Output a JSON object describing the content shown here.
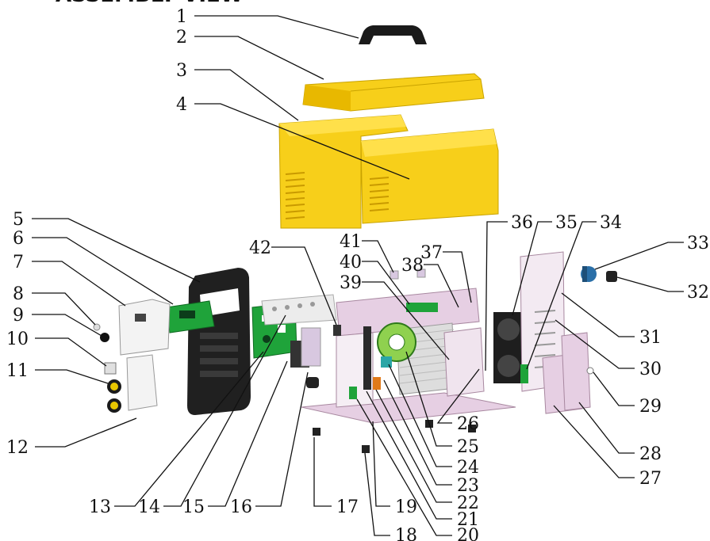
{
  "title_fragment": "ASSEMBLY VIEW",
  "callouts": [
    {
      "id": "c1",
      "label": "1"
    },
    {
      "id": "c2",
      "label": "2"
    },
    {
      "id": "c3",
      "label": "3"
    },
    {
      "id": "c4",
      "label": "4"
    },
    {
      "id": "c5",
      "label": "5"
    },
    {
      "id": "c6",
      "label": "6"
    },
    {
      "id": "c7",
      "label": "7"
    },
    {
      "id": "c8",
      "label": "8"
    },
    {
      "id": "c9",
      "label": "9"
    },
    {
      "id": "c10",
      "label": "10"
    },
    {
      "id": "c11",
      "label": "11"
    },
    {
      "id": "c12",
      "label": "12"
    },
    {
      "id": "c13",
      "label": "13"
    },
    {
      "id": "c14",
      "label": "14"
    },
    {
      "id": "c15",
      "label": "15"
    },
    {
      "id": "c16",
      "label": "16"
    },
    {
      "id": "c17",
      "label": "17"
    },
    {
      "id": "c18",
      "label": "18"
    },
    {
      "id": "c19",
      "label": "19"
    },
    {
      "id": "c20",
      "label": "20"
    },
    {
      "id": "c21",
      "label": "21"
    },
    {
      "id": "c22",
      "label": "22"
    },
    {
      "id": "c23",
      "label": "23"
    },
    {
      "id": "c24",
      "label": "24"
    },
    {
      "id": "c25",
      "label": "25"
    },
    {
      "id": "c26",
      "label": "26"
    },
    {
      "id": "c27",
      "label": "27"
    },
    {
      "id": "c28",
      "label": "28"
    },
    {
      "id": "c29",
      "label": "29"
    },
    {
      "id": "c30",
      "label": "30"
    },
    {
      "id": "c31",
      "label": "31"
    },
    {
      "id": "c32",
      "label": "32"
    },
    {
      "id": "c33",
      "label": "33"
    },
    {
      "id": "c34",
      "label": "34"
    },
    {
      "id": "c35",
      "label": "35"
    },
    {
      "id": "c36",
      "label": "36"
    },
    {
      "id": "c37",
      "label": "37"
    },
    {
      "id": "c38",
      "label": "38"
    },
    {
      "id": "c39",
      "label": "39"
    },
    {
      "id": "c40",
      "label": "40"
    },
    {
      "id": "c41",
      "label": "41"
    },
    {
      "id": "c42",
      "label": "42"
    }
  ],
  "colors": {
    "cover_yellow": "#f7cf1a",
    "cover_shade": "#e8b800",
    "handle_black": "#1a1a1a",
    "frame_black": "#202020",
    "pcb_green": "#1fa33a",
    "chassis_pink": "#e6cfe3",
    "teal_part": "#2aa6a6",
    "orange_part": "#e07a1a"
  }
}
